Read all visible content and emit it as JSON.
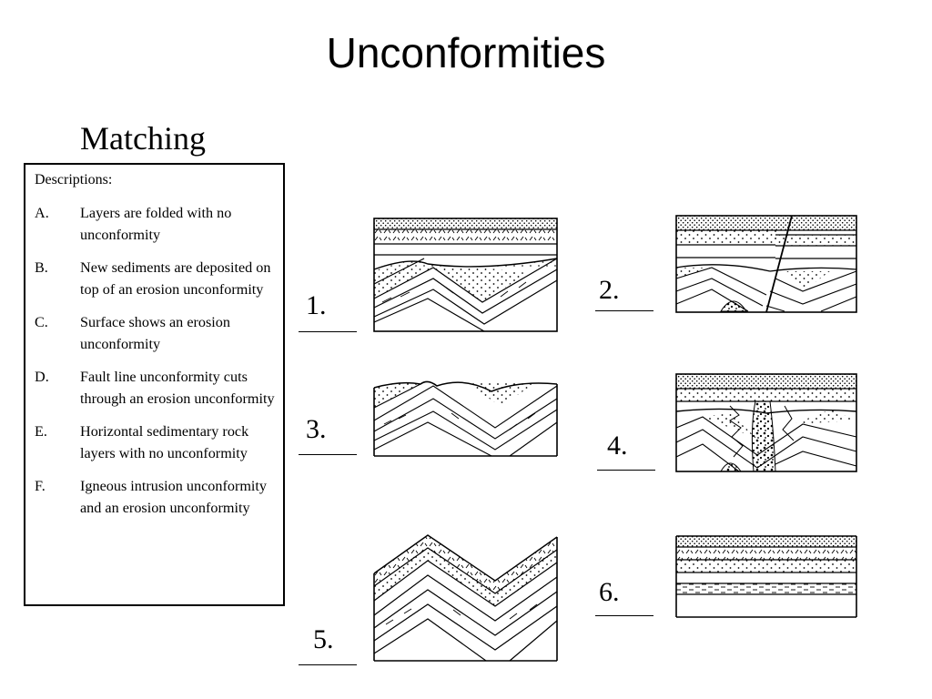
{
  "slide": {
    "title": "Unconformities",
    "subtitle": "Matching"
  },
  "descriptions": {
    "heading": "Descriptions:",
    "items": [
      {
        "letter": "A.",
        "text": "Layers are folded with no unconformity"
      },
      {
        "letter": "B.",
        "text": "New sediments are deposited on top of an erosion unconformity"
      },
      {
        "letter": "C.",
        "text": "Surface shows an erosion unconformity"
      },
      {
        "letter": "D.",
        "text": "Fault line unconformity cuts through an erosion unconformity"
      },
      {
        "letter": "E.",
        "text": "Horizontal sedimentary rock layers with no unconformity"
      },
      {
        "letter": "F.",
        "text": "Igneous intrusion unconformity and an erosion unconformity"
      }
    ]
  },
  "diagrams": [
    {
      "number": "1."
    },
    {
      "number": "2."
    },
    {
      "number": "3."
    },
    {
      "number": "4."
    },
    {
      "number": "5."
    },
    {
      "number": "6."
    }
  ]
}
